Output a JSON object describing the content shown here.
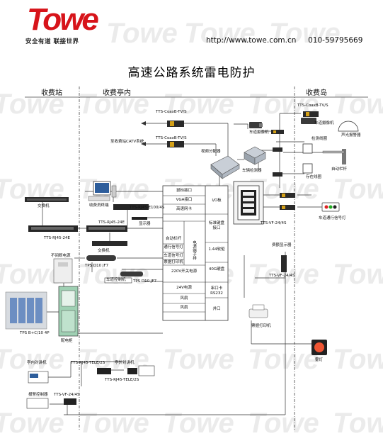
{
  "header": {
    "logo": "Towe",
    "slogan": "安全有道 联接世界",
    "website": "http://www.towe.com.cn",
    "phone": "010-59795669",
    "title": "高速公路系统雷电防护"
  },
  "sections": {
    "toll_station": "收费站",
    "toll_booth": "收费亭内",
    "toll_island": "收费岛"
  },
  "labels": {
    "coax_1": "TTS-CoaxB-TV/S",
    "coax_2": "TTS-CoaxB-TV/S",
    "coax_island": "TTS-CoaxB-TV/S",
    "catv": "至收费站CATV系统",
    "video_dist": "视频分配器",
    "lane_camera": "车道摄像机",
    "lane_camera_island": "车道摄像机",
    "sound_light_alarm": "声光报警器",
    "detect_coil": "检测线圈",
    "vehicle_detector": "车辆检测器",
    "auto_barrier": "自动栏杆",
    "presence_coil": "存在线圈",
    "lane_traffic_light": "车道通行信号灯",
    "switch_1": "交换机",
    "switch_2": "交换机",
    "tts_rj45_24e_1": "TTS-RJ45-24E",
    "tts_rj45_24e_2": "TTS-RJ45-24E",
    "tts_rj45_e100": "TTS-RJ45-E100/4S",
    "toll_terminal": "收费员终端",
    "display": "显示器",
    "tps_d10_1": "TPS D10 JF7",
    "tps_d10_2": "TPS D10 JF7",
    "lane_controller": "车道控制机",
    "ups": "不间断电源",
    "tps_bc": "TPS B+C/10 4P",
    "distribution_cabinet": "配电柜",
    "tts_vf_1": "TTS-VF-24/4S",
    "tts_vf_2": "TTS-VF-24/4S",
    "tts_vf_3": "TTS-VF-24/4S",
    "fee_display": "费额显示器",
    "ticket_printer": "票据打印机",
    "fog_light": "雾灯",
    "booth_intercom": "亭内对讲机",
    "tele_1": "TTS-RJ45-TELE/2S",
    "tele_2": "TTS-RJ45-TELE/2S",
    "outer_intercom": "亭外对讲机",
    "alarm_controller": "报警控制器"
  },
  "controller_left": [
    "鼠标接口",
    "VGA接口",
    "高速网卡",
    "",
    "自动栏杆",
    "通行信号灯",
    "车道信号灯",
    "票据打印机",
    "",
    "24V电源",
    "风扇",
    "风扇"
  ],
  "controller_left_merged": {
    "power_terminal": "电源端子排",
    "power_switch": "220V开关电源"
  },
  "controller_right": [
    "I/O板",
    "标准键盘接口",
    "1.44软驱",
    "40G硬盘",
    "串口卡RS232",
    "并口"
  ]
}
